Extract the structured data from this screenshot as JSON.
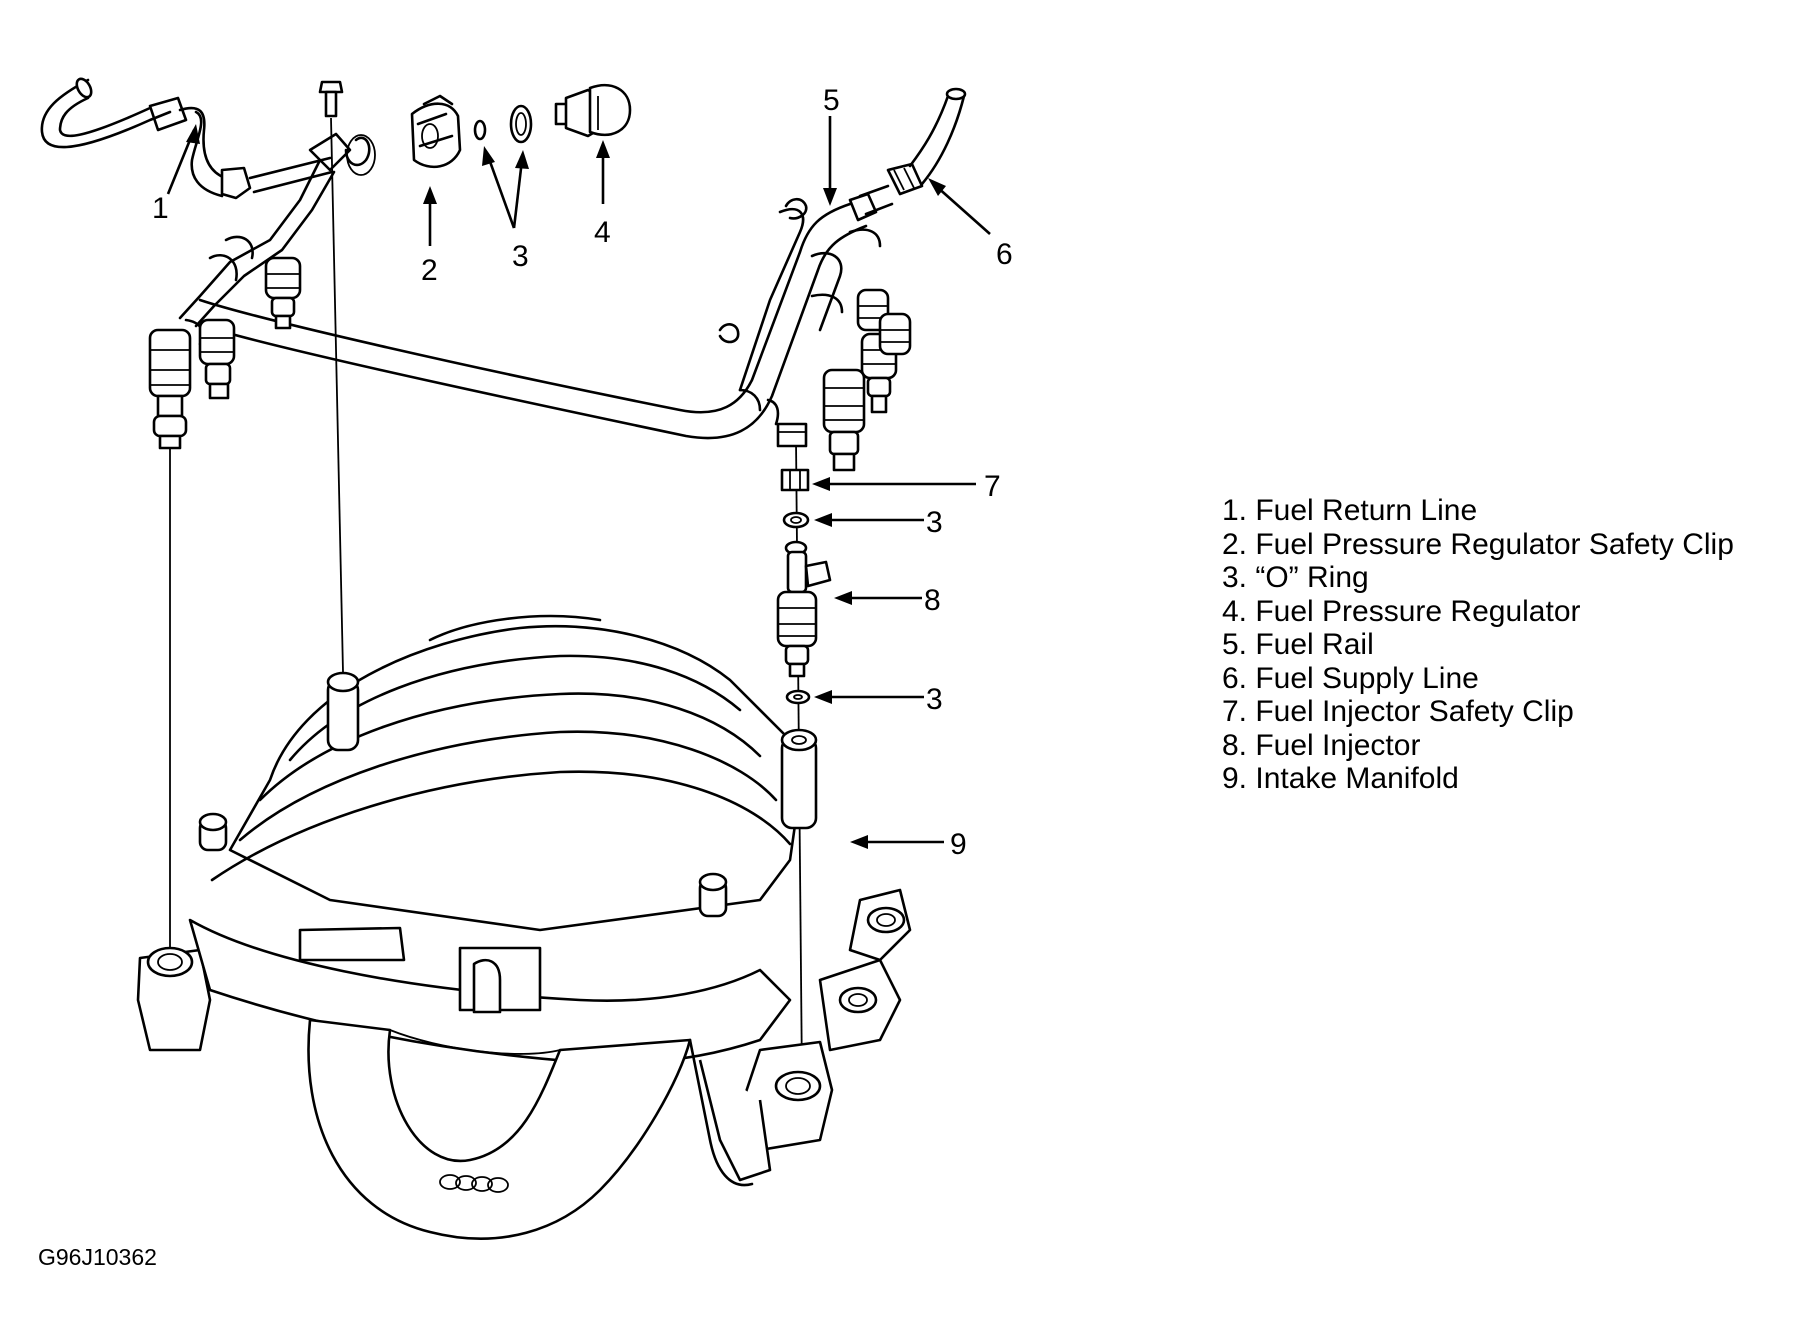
{
  "callouts": [
    "1",
    "2",
    "3",
    "4",
    "5",
    "6",
    "7",
    "3",
    "8",
    "3",
    "9"
  ],
  "legend": [
    "1. Fuel Return Line",
    "2. Fuel Pressure Regulator Safety Clip",
    "3. “O” Ring",
    "4. Fuel Pressure Regulator",
    "5. Fuel Rail",
    "6. Fuel Supply Line",
    "7. Fuel Injector Safety Clip",
    "8. Fuel Injector",
    "9. Intake Manifold"
  ],
  "figure_id": "G96J10362"
}
